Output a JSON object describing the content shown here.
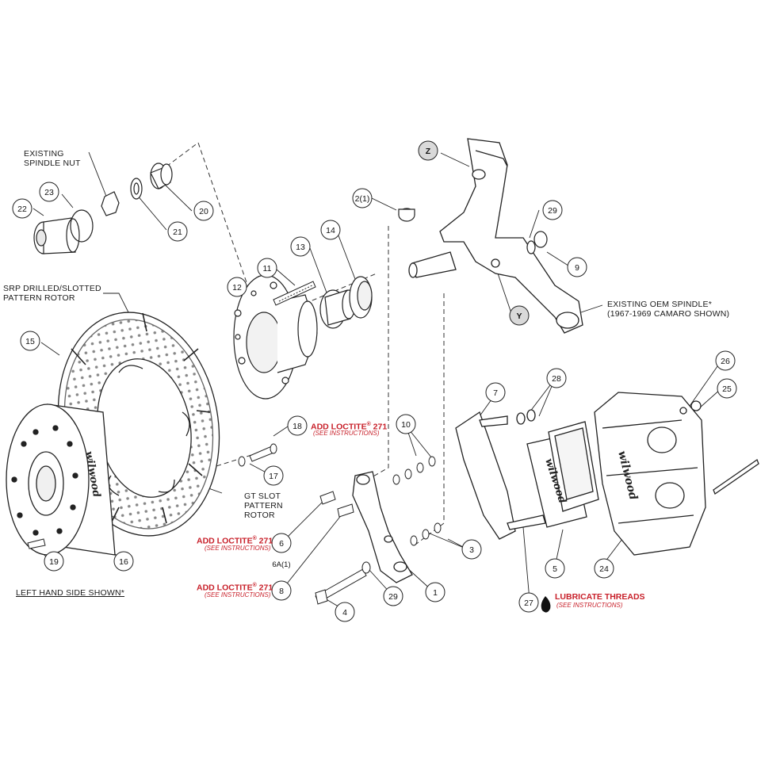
{
  "colors": {
    "line": "#333333",
    "fill": "#ffffff",
    "gray": "#d9d9d9",
    "accent": "#c8202a"
  },
  "labels": {
    "existing_spindle_nut": [
      "EXISTING",
      "SPINDLE NUT"
    ],
    "srp_rotor": [
      "SRP DRILLED/SLOTTED",
      "PATTERN ROTOR"
    ],
    "gt_rotor": [
      "GT SLOT",
      "PATTERN",
      "ROTOR"
    ],
    "existing_oem_spindle": [
      "EXISTING OEM SPINDLE*",
      "(1967-1969 CAMARO SHOWN)"
    ],
    "left_hand": "LEFT HAND SIDE SHOWN*",
    "brand": "wilwood"
  },
  "notes": {
    "loctite_main": "ADD LOCTITE",
    "loctite_reg": "®",
    "loctite_num": "271",
    "see_instructions": "(SEE INSTRUCTIONS)",
    "lubricate": "LUBRICATE THREADS"
  },
  "callouts": [
    {
      "id": "z",
      "text": "Z",
      "shaded": true
    },
    {
      "id": "y",
      "text": "Y",
      "shaded": true
    },
    {
      "id": "2-1",
      "text": "2(1)"
    },
    {
      "id": "29a",
      "text": "29"
    },
    {
      "id": "9",
      "text": "9"
    },
    {
      "id": "23",
      "text": "23"
    },
    {
      "id": "22",
      "text": "22"
    },
    {
      "id": "20",
      "text": "20"
    },
    {
      "id": "21",
      "text": "21"
    },
    {
      "id": "11",
      "text": "11"
    },
    {
      "id": "13",
      "text": "13"
    },
    {
      "id": "14",
      "text": "14"
    },
    {
      "id": "12",
      "text": "12"
    },
    {
      "id": "15",
      "text": "15"
    },
    {
      "id": "18",
      "text": "18"
    },
    {
      "id": "17",
      "text": "17"
    },
    {
      "id": "10",
      "text": "10"
    },
    {
      "id": "7",
      "text": "7"
    },
    {
      "id": "28",
      "text": "28"
    },
    {
      "id": "26",
      "text": "26"
    },
    {
      "id": "25",
      "text": "25"
    },
    {
      "id": "6",
      "text": "6"
    },
    {
      "id": "6a",
      "text": "6A(1)"
    },
    {
      "id": "8",
      "text": "8"
    },
    {
      "id": "19",
      "text": "19"
    },
    {
      "id": "16",
      "text": "16"
    },
    {
      "id": "4",
      "text": "4"
    },
    {
      "id": "29b",
      "text": "29"
    },
    {
      "id": "1",
      "text": "1"
    },
    {
      "id": "3",
      "text": "3"
    },
    {
      "id": "5",
      "text": "5"
    },
    {
      "id": "24",
      "text": "24"
    },
    {
      "id": "27",
      "text": "27"
    }
  ]
}
